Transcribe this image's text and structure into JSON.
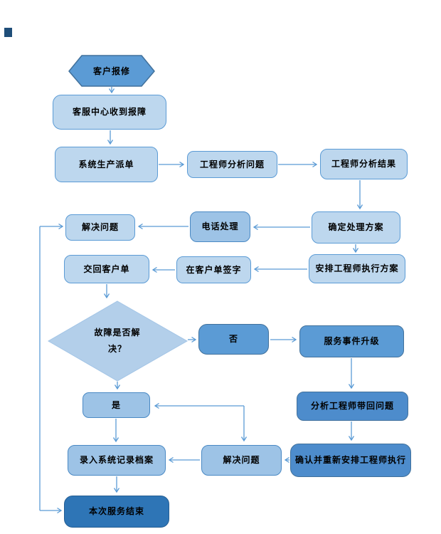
{
  "diagram": {
    "type": "flowchart",
    "language": "zh-CN",
    "nodes": {
      "start": {
        "label": "客户报修",
        "shape": "hexagon",
        "fill": "#5b9bd5"
      },
      "receive": {
        "label": "客服中心收到报障",
        "shape": "rounded",
        "fill": "#bdd7ee"
      },
      "dispatch": {
        "label": "系统生产派单",
        "shape": "rounded",
        "fill": "#bdd7ee"
      },
      "analyze_problem": {
        "label": "工程师分析问题",
        "shape": "rounded",
        "fill": "#bdd7ee"
      },
      "analyze_result": {
        "label": "工程师分析结果",
        "shape": "rounded",
        "fill": "#bdd7ee"
      },
      "solve_problem": {
        "label": "解决问题",
        "shape": "rounded",
        "fill": "#bdd7ee"
      },
      "phone_handle": {
        "label": "电话处理",
        "shape": "rounded",
        "fill": "#9dc3e6"
      },
      "confirm_plan": {
        "label": "确定处理方案",
        "shape": "rounded",
        "fill": "#bdd7ee"
      },
      "return_order": {
        "label": "交回客户单",
        "shape": "rounded",
        "fill": "#bdd7ee"
      },
      "sign_order": {
        "label": "在客户单签字",
        "shape": "rounded",
        "fill": "#bdd7ee"
      },
      "arrange_engineer": {
        "label": "安排工程师执行方案",
        "shape": "rounded",
        "fill": "#bdd7ee"
      },
      "decision": {
        "label": "故障是否解决？",
        "shape": "diamond",
        "fill": "#b3cfea"
      },
      "no": {
        "label": "否",
        "shape": "rounded",
        "fill": "#5b9bd5"
      },
      "escalate": {
        "label": "服务事件升级",
        "shape": "rounded",
        "fill": "#5b9bd5"
      },
      "yes": {
        "label": "是",
        "shape": "rounded",
        "fill": "#9dc3e6"
      },
      "bring_back": {
        "label": "分析工程师带回问题",
        "shape": "rounded",
        "fill": "#4d8ccc"
      },
      "record": {
        "label": "录入系统记录档案",
        "shape": "rounded",
        "fill": "#9dc3e6"
      },
      "solve_problem2": {
        "label": "解决问题",
        "shape": "rounded",
        "fill": "#9dc3e6"
      },
      "rearrange": {
        "label": "确认并重新安排工程师执行",
        "shape": "rounded",
        "fill": "#4d8ccc"
      },
      "end": {
        "label": "本次服务结束",
        "shape": "rounded",
        "fill": "#2e75b6"
      }
    },
    "edges": [
      "start->receive",
      "receive->dispatch",
      "dispatch->analyze_problem",
      "analyze_problem->analyze_result",
      "analyze_result->confirm_plan",
      "confirm_plan->phone_handle",
      "phone_handle->solve_problem",
      "confirm_plan->arrange_engineer",
      "arrange_engineer->sign_order",
      "sign_order->return_order",
      "return_order->decision",
      "decision->no",
      "no->escalate",
      "escalate->bring_back",
      "bring_back->rearrange",
      "rearrange->solve_problem2",
      "solve_problem2->record",
      "decision->yes",
      "yes->record",
      "record->end",
      "yes<->solve_problem2",
      "solve_problem<-loop->end"
    ],
    "colors": {
      "connector": "#5b9bd5",
      "light_fill": "#bdd7ee",
      "medium_light_fill": "#9dc3e6",
      "medium_fill": "#5b9bd5",
      "medium_dark_fill": "#4d8ccc",
      "dark_fill": "#2e75b6",
      "border_light": "#5b9bd5",
      "border_dark": "#41719c",
      "diamond_fill": "#b3cfea",
      "corner_mark": "#1f4e79",
      "text": "#000000"
    }
  }
}
